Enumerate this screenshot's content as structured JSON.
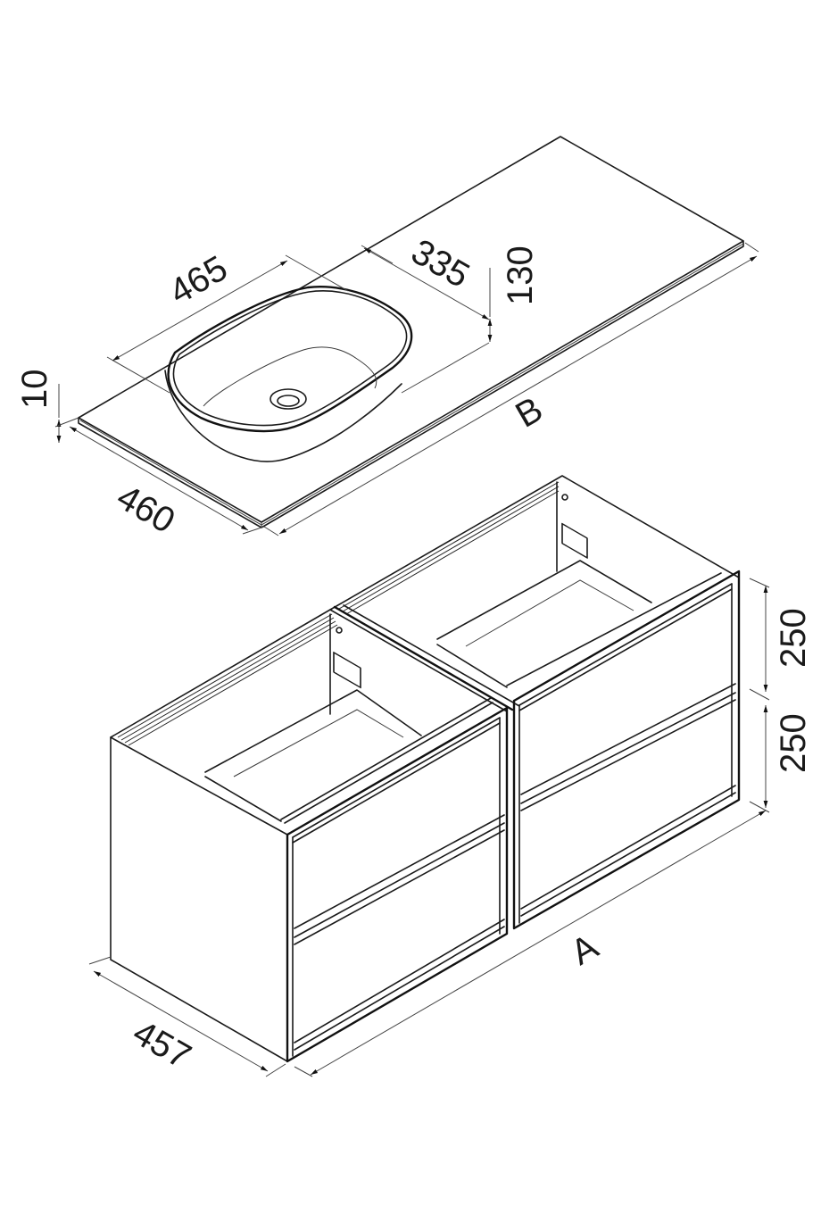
{
  "drawing": {
    "title": "Vanity unit with countertop and vessel basin – isometric dimension drawing",
    "background": "#ffffff",
    "line_color": "#1a1a1a",
    "units": "mm"
  },
  "countertop": {
    "dimensions": {
      "basin_length": "465",
      "basin_offset": "335",
      "basin_height": "130",
      "top_thickness": "10",
      "top_depth": "460",
      "top_length": "B"
    }
  },
  "cabinet": {
    "dimensions": {
      "upper_drawer_height": "250",
      "lower_drawer_height": "250",
      "depth": "457",
      "length": "A"
    },
    "drawers": [
      {
        "module": "left",
        "position": "upper"
      },
      {
        "module": "left",
        "position": "lower"
      },
      {
        "module": "right",
        "position": "upper"
      },
      {
        "module": "right",
        "position": "lower"
      }
    ]
  }
}
